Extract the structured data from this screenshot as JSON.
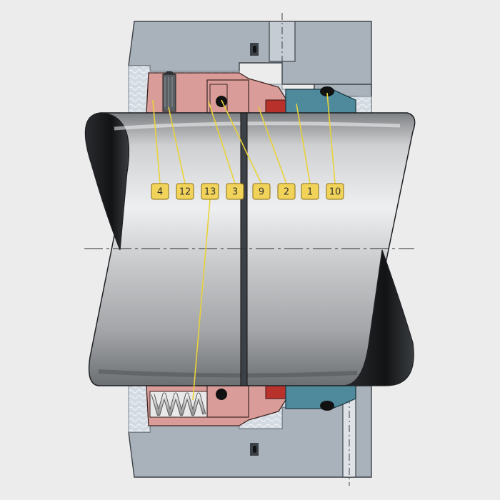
{
  "colors": {
    "background": "#ececec",
    "housing": "#a9b2bb",
    "housing_dark": "#3c4147",
    "packing": "#d4dbe3",
    "seal_pink": "#d99c98",
    "seal_dark_red": "#b8312b",
    "stationary_teal": "#4e8a9c",
    "shaft_light": "#e8e9ea",
    "shaft_mid": "#b8b9bb",
    "shaft_dark": "#1f2124",
    "badge_fill": "#f2d35a",
    "badge_stroke": "#8a6d12",
    "leader": "#e9d23a",
    "centerline": "#2b2b2b"
  },
  "callouts": [
    {
      "label": "4"
    },
    {
      "label": "12"
    },
    {
      "label": "13"
    },
    {
      "label": "3"
    },
    {
      "label": "9"
    },
    {
      "label": "2"
    },
    {
      "label": "1"
    },
    {
      "label": "10"
    }
  ]
}
